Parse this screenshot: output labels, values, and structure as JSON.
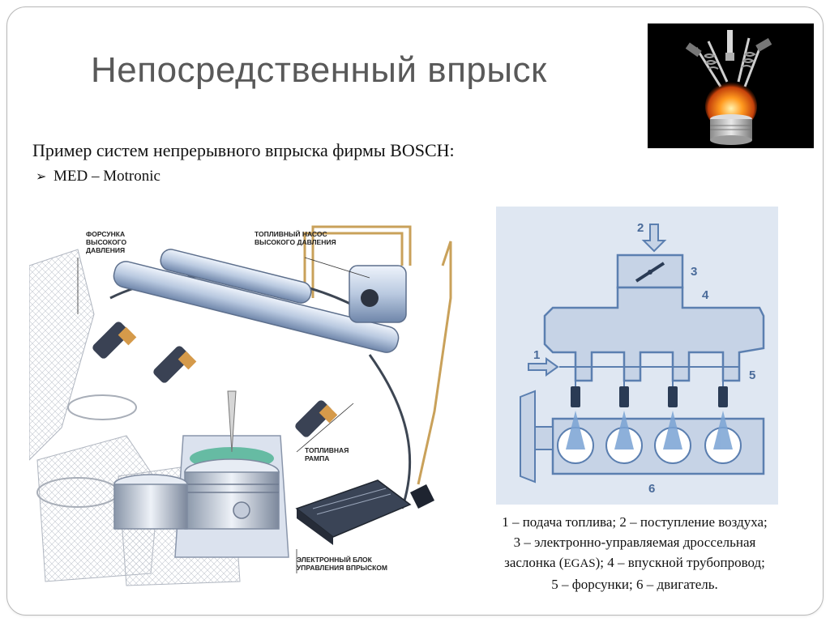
{
  "slide": {
    "title": "Непосредственный впрыск",
    "subtitle": "Пример систем непрерывного впрыска фирмы BOSCH:",
    "bullet": "MED – Motronic"
  },
  "engine_labels": {
    "injector": "ФОРСУНКА ВЫСОКОГО ДАВЛЕНИЯ",
    "pump": "ТОПЛИВНЫЙ НАСОС ВЫСОКОГО ДАВЛЕНИЯ",
    "rail": "ТОПЛИВНАЯ РАМПА",
    "ecu": "ЭЛЕКТРОННЫЙ БЛОК УПРАВЛЕНИЯ ВПРЫСКОМ"
  },
  "scheme_numbers": [
    "1",
    "2",
    "3",
    "4",
    "5",
    "6"
  ],
  "caption": {
    "line1": "1 – подача топлива; 2 – поступление воздуха;",
    "line2": "3 – электронно-управляемая дроссельная",
    "line3a": "заслонка (",
    "line3b": "EGAS",
    "line3c": ");  4 – впускной трубопровод;",
    "line4": "5 – форсунки; 6 – двигатель."
  },
  "colors": {
    "title": "#595959",
    "scheme_bg": "#dfe7f2",
    "scheme_line": "#5b7fb0",
    "photo_bg": "#000000"
  }
}
